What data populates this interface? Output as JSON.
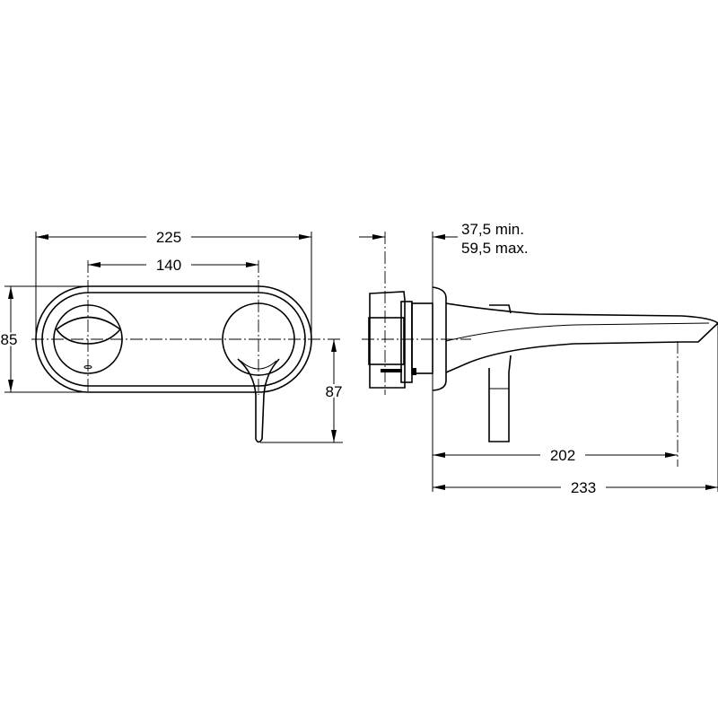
{
  "title": "Wall-mounted basin mixer dimension drawing",
  "front_view": {
    "dim_overall_width": "225",
    "dim_center_distance": "140",
    "dim_plate_height": "85",
    "dim_lever_drop": "87"
  },
  "side_view": {
    "dim_wall_depth_min": "37,5 min.",
    "dim_wall_depth_max": "59,5 max.",
    "dim_spout_outlet": "202",
    "dim_spout_length": "233"
  }
}
